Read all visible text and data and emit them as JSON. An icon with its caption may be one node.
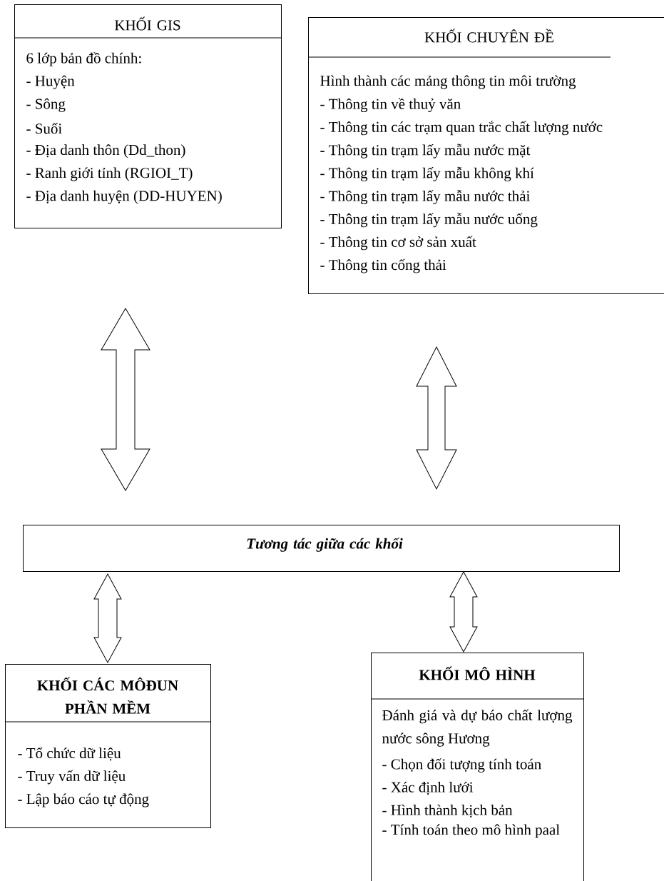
{
  "diagram": {
    "nodes": [
      {
        "text": [
          "KHỐI GIS",
          "6 lớp bản đồ chính:",
          "- Huyện",
          "- Sông",
          "- Suối",
          "- Địa danh thôn (Dd_thon)",
          "- Ranh giới tỉnh (RGIOI_T)",
          "- Địa danh huyện (DD-HUYEN)"
        ]
      },
      {
        "text": [
          "KHỐI CHUYÊN ĐỀ",
          "Hình thành các mảng thông tin môi trường",
          "- Thông tin về thuỷ văn",
          "- Thông tin các trạm quan trắc chất lượng nước",
          "- Thông tin trạm lấy mẫu nước mặt",
          "- Thông tin trạm lấy mẫu không khí",
          "- Thông tin trạm lấy mẫu nước thải",
          "- Thông tin trạm lấy mẫu nước uống",
          "- Thông tin cơ sở sản xuất",
          "- Thông tin cống thải"
        ]
      },
      {
        "text": [
          "Tương tác giữa các khối"
        ]
      },
      {
        "text": [
          "KHỐI CÁC MÔĐUN PHẦN MỀM",
          "- Tổ chức dữ liệu",
          "- Truy vấn dữ liệu",
          "- Lập báo cáo tự động"
        ]
      },
      {
        "text": [
          "KHỐI MÔ HÌNH",
          "Đánh giá và dự báo chất lượng nước sông Hương",
          "- Chọn đối tượng tính toán",
          "- Xác định lưới",
          "- Hình thành kịch bản",
          "- Tính toán theo mô hình paal"
        ]
      }
    ],
    "edges": [
      {
        "from": 0,
        "to": 2,
        "arrow": "both"
      },
      {
        "from": 1,
        "to": 2,
        "arrow": "both"
      },
      {
        "from": 2,
        "to": 3,
        "arrow": "both"
      },
      {
        "from": 2,
        "to": 4,
        "arrow": "both"
      }
    ]
  }
}
